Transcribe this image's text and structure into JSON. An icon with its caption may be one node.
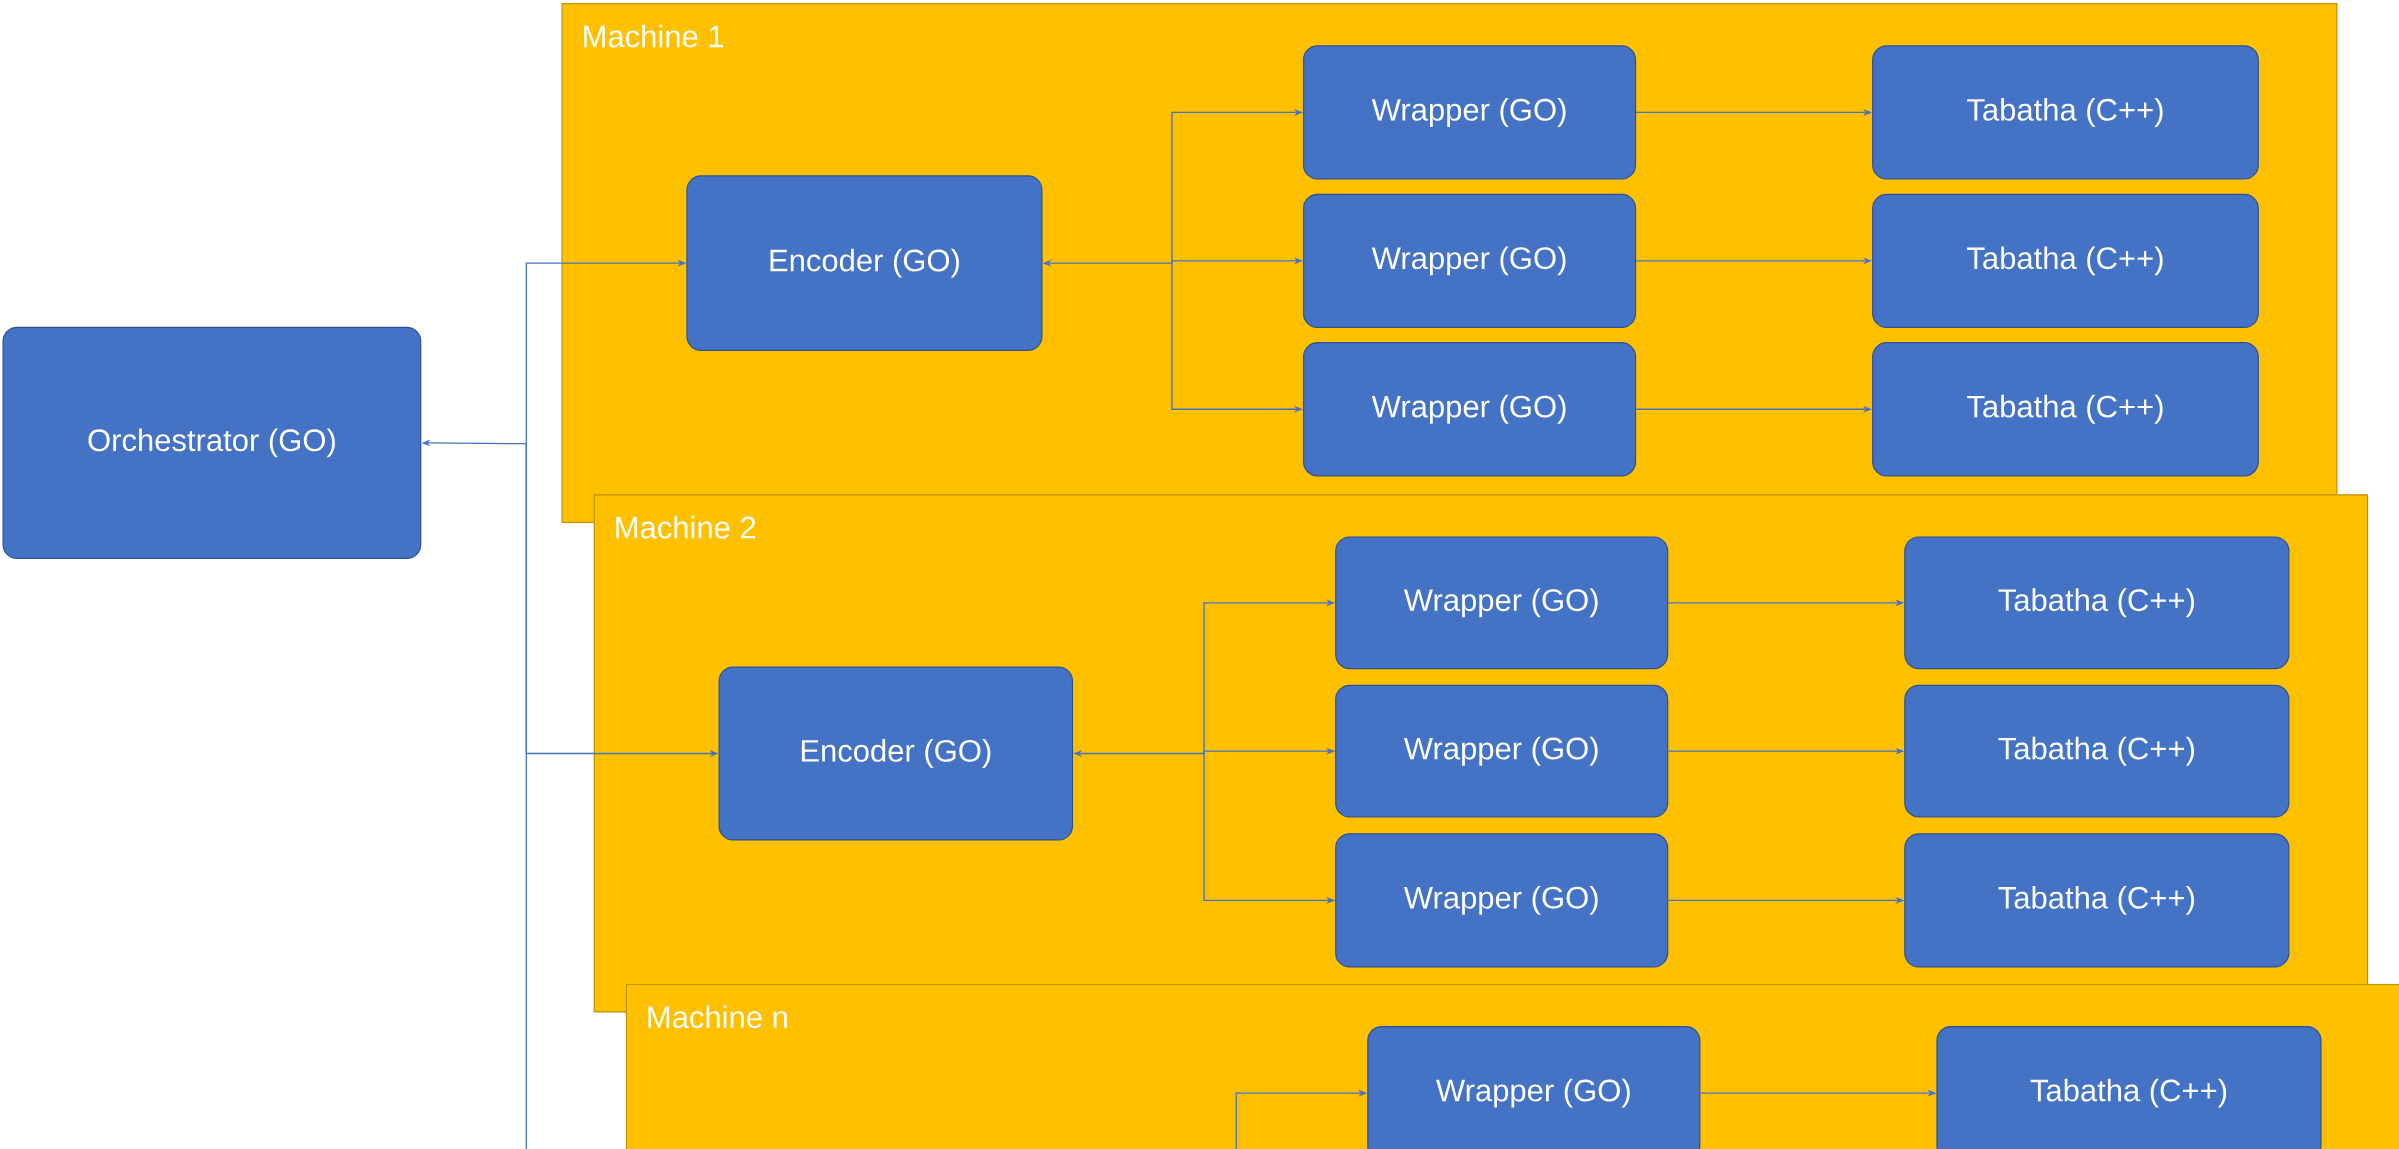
{
  "diagram": {
    "nodes": [
      {
        "text": [
          "Orchestrator (GO)"
        ]
      },
      {
        "text": [
          "Machine 1"
        ]
      },
      {
        "text": [
          "Encoder (GO)"
        ],
        "in": 1
      },
      {
        "text": [
          "Wrapper (GO)"
        ],
        "in": 1
      },
      {
        "text": [
          "Wrapper (GO)"
        ],
        "in": 1
      },
      {
        "text": [
          "Wrapper (GO)"
        ],
        "in": 1
      },
      {
        "text": [
          "Tabatha (C++)"
        ],
        "in": 1
      },
      {
        "text": [
          "Tabatha (C++)"
        ],
        "in": 1
      },
      {
        "text": [
          "Tabatha (C++)"
        ],
        "in": 1
      },
      {
        "text": [
          "Machine 2"
        ]
      },
      {
        "text": [
          "Encoder (GO)"
        ],
        "in": 9
      },
      {
        "text": [
          "Wrapper (GO)"
        ],
        "in": 9
      },
      {
        "text": [
          "Wrapper (GO)"
        ],
        "in": 9
      },
      {
        "text": [
          "Wrapper (GO)"
        ],
        "in": 9
      },
      {
        "text": [
          "Tabatha (C++)"
        ],
        "in": 9
      },
      {
        "text": [
          "Tabatha (C++)"
        ],
        "in": 9
      },
      {
        "text": [
          "Tabatha (C++)"
        ],
        "in": 9
      },
      {
        "text": [
          "Machine n"
        ]
      },
      {
        "text": [
          "Wrapper (GO)"
        ],
        "in": 17
      },
      {
        "text": [
          "Tabatha (C++)"
        ],
        "in": 17
      }
    ],
    "edges": [
      {
        "from": 0,
        "to": 2,
        "arrow": "both"
      },
      {
        "from": 0,
        "to": 10,
        "arrow": "both"
      },
      {
        "from": null,
        "to": 0,
        "arrow": "to"
      },
      {
        "from": 2,
        "to": 3,
        "arrow": "both"
      },
      {
        "from": 2,
        "to": 4,
        "arrow": "both"
      },
      {
        "from": 2,
        "to": 5,
        "arrow": "both"
      },
      {
        "from": 3,
        "to": 6,
        "arrow": "to"
      },
      {
        "from": 4,
        "to": 7,
        "arrow": "to"
      },
      {
        "from": 5,
        "to": 8,
        "arrow": "to"
      },
      {
        "from": 10,
        "to": 11,
        "arrow": "both"
      },
      {
        "from": 10,
        "to": 12,
        "arrow": "both"
      },
      {
        "from": 10,
        "to": 13,
        "arrow": "both"
      },
      {
        "from": 11,
        "to": 14,
        "arrow": "to"
      },
      {
        "from": 12,
        "to": 15,
        "arrow": "to"
      },
      {
        "from": 13,
        "to": 16,
        "arrow": "to"
      },
      {
        "from": null,
        "to": 18,
        "arrow": "to"
      },
      {
        "from": 18,
        "to": 19,
        "arrow": "to"
      }
    ]
  }
}
